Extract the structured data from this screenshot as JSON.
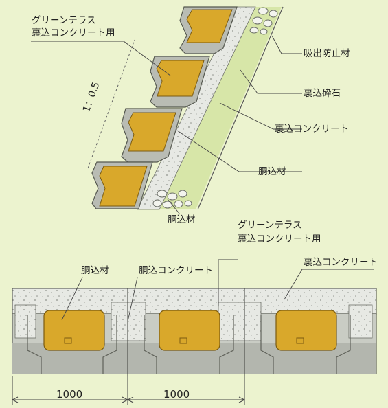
{
  "section_labels": {
    "green_terrace_backfill": [
      "グリーンテラス",
      "裏込コンクリート用"
    ],
    "suction_prevention": "吸出防止材",
    "backfill_stone": "裏込砕石",
    "backfill_concrete": "裏込コンクリート",
    "filler": "胴込材",
    "filler_bottom": "胴込材",
    "slope": "1：0.5"
  },
  "plan_labels": {
    "green_terrace_backfill": [
      "グリーンテラス",
      "裏込コンクリート用"
    ],
    "filler": "胴込材",
    "filler_concrete": "胴込コンクリート",
    "backfill_concrete": "裏込コンクリート"
  },
  "dimensions": [
    "1000",
    "1000"
  ],
  "colors": {
    "background": "#ecf3cf",
    "block_yellow": "#d9a82b",
    "block_outline": "#5f6159",
    "concrete_gray": "#c9ccc4",
    "concrete_light": "#e9ebe6"
  }
}
